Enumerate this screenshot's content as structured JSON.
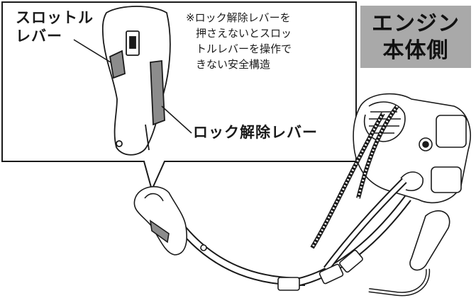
{
  "callout": {
    "throttle_label": [
      "スロットル",
      "レバー"
    ],
    "lock_release_label": "ロック解除レバー",
    "safety_note": [
      "※ロック解除レバーを",
      "押さえないとスロッ",
      "トルレバーを操作で",
      "きない安全構造"
    ]
  },
  "badge": {
    "lines": [
      "エンジン",
      "本体側"
    ],
    "color": "#a9a9a9"
  },
  "colors": {
    "line": "#1a1a1a",
    "lever_fill": "#8c8c8c"
  },
  "icons": [
    "throttle-grip-drawing",
    "brushcutter-drawing",
    "engine-drawing",
    "shaft-drawing",
    "loop-handle-drawing"
  ]
}
